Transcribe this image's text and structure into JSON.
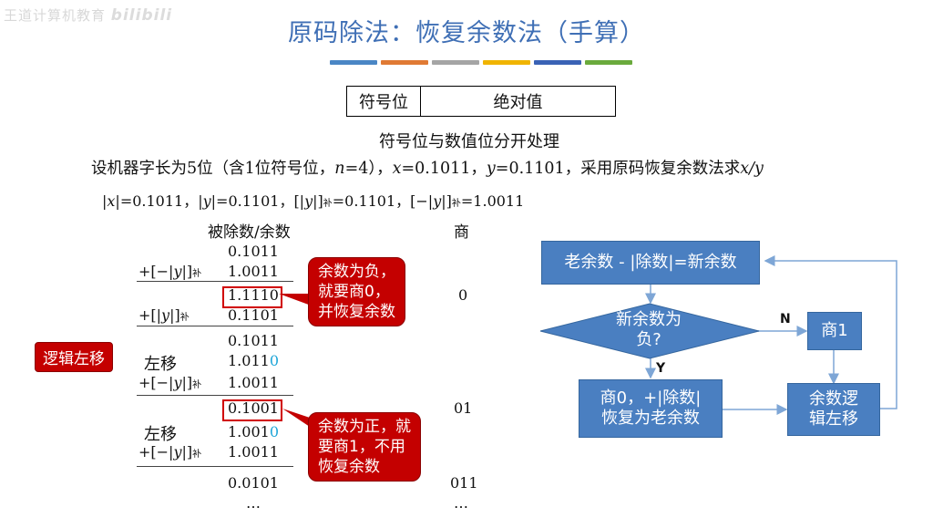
{
  "watermark": {
    "text": "王道计算机教育",
    "brand": "bilibili"
  },
  "title": "原码除法：恢复余数法（手算）",
  "stripe_colors": [
    "#4a86c5",
    "#e07a34",
    "#a5a5a5",
    "#f0b400",
    "#3a62b5",
    "#6aaa3c"
  ],
  "format_table": {
    "sign": "符号位",
    "abs": "绝对值"
  },
  "note": "符号位与数值位分开处理",
  "problem": {
    "prefix": "设机器字长为5位（含1位符号位，",
    "n": "n",
    "n_val": "=4），",
    "x": "x",
    "x_val": "=0.1011，",
    "y": "y",
    "y_val": "=0.1101，采用原码恢复余数法求",
    "xy": "x/y"
  },
  "values": {
    "ax_a": "|",
    "ax_v": "x",
    "ax_b": "|=0.1011，|",
    "ay_v": "y",
    "ay_b": "|=0.1101，[|",
    "yc_v": "y",
    "yc_b": "|]",
    "yc_sub": "补",
    "yc_c": "=0.1101，[−|",
    "nyc_v": "y",
    "nyc_b": "|]",
    "nyc_sub": "补",
    "nyc_c": "=1.0011"
  },
  "headers": {
    "dividend": "被除数/余数",
    "quotient": "商"
  },
  "calc": {
    "r1": "0.1011",
    "r2": "1.0011",
    "r3": "1.1110",
    "r4": "0.1101",
    "r5": "0.1011",
    "r6a": "1.011",
    "r6b": "0",
    "r7": "1.0011",
    "r8": "0.1001",
    "r9a": "1.001",
    "r9b": "0",
    "r10": "1.0011",
    "r11": "0.0101",
    "r12": "…"
  },
  "ops": {
    "neg_pre": "+[−|",
    "neg_v": "y",
    "neg_post": "|]",
    "neg_sub": "补",
    "pos_pre": "+[|",
    "pos_v": "y",
    "pos_post": "|]",
    "pos_sub": "补",
    "shift": "左移"
  },
  "quotients": {
    "q1": "0",
    "q2": "01",
    "q3": "011",
    "q4": "…"
  },
  "callouts": {
    "negative": [
      "余数为负，",
      "就要商0，",
      "并恢复余数"
    ],
    "positive": [
      "余数为正，就",
      "要商1，不用",
      "恢复余数"
    ],
    "shift_tag": "逻辑左移"
  },
  "flowchart": {
    "start": "老余数 - |除数|=新余数",
    "decision": [
      "新余数为",
      "负?"
    ],
    "yes_label": "Y",
    "no_label": "N",
    "q1": "商1",
    "q0": [
      "商0，+|除数|",
      "恢复为老余数"
    ],
    "shift": [
      "余数逻",
      "辑左移"
    ],
    "fill": "#4a7fc1",
    "line": "#7ea6d6"
  }
}
